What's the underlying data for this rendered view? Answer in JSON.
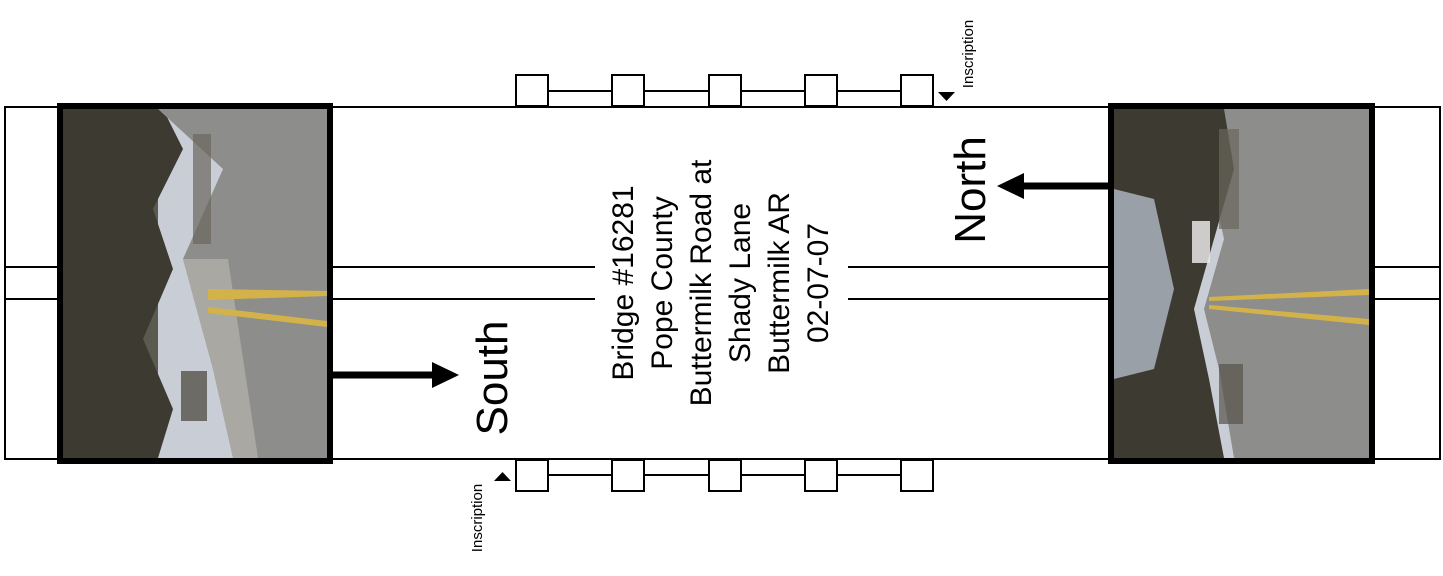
{
  "title": {
    "lines": [
      "Bridge #16281",
      "Pope County",
      "Buttermilk Road at",
      "Shady Lane",
      "Buttermilk AR",
      "02-07-07"
    ]
  },
  "directions": {
    "north": "North",
    "south": "South"
  },
  "inscriptions": {
    "top": "Inscription",
    "bottom": "Inscription"
  },
  "colors": {
    "line": "#000000",
    "background": "#ffffff",
    "road": "#8d8d8b",
    "road_stripe": "#d4b24a",
    "sky": "#c9ced6",
    "trees": "#3c3a31"
  },
  "photos": {
    "south": {
      "subject": "road photo looking south"
    },
    "north": {
      "subject": "road photo looking north"
    }
  },
  "railing_post_count": 5
}
